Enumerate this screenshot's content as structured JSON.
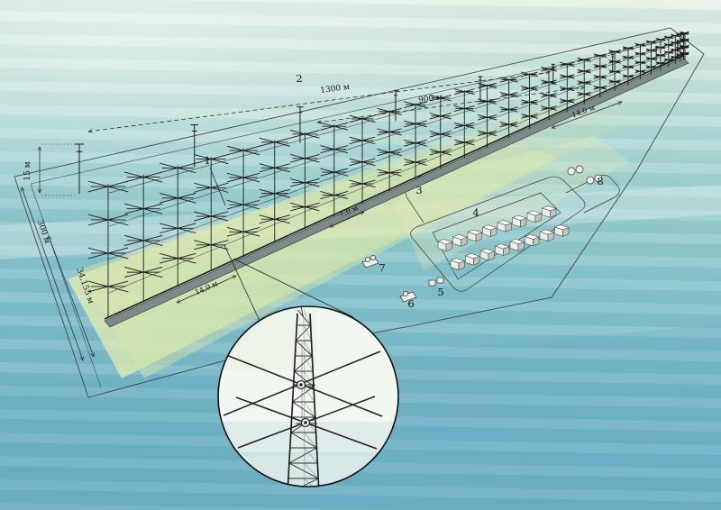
{
  "structure": {
    "mast_count": 30,
    "crossarm_count": 4,
    "wire_count": 4,
    "back_pole_count": 9,
    "building_rows": [
      8,
      8
    ]
  },
  "labels": {
    "height_pole": "15 м",
    "width_field": "300 м",
    "length_inner": "34,155 м",
    "length_total": "1300 м",
    "length_partial": "900 м",
    "spacing_right": "14,0 м",
    "spacing_left": "14,0 м",
    "spacing_small": "7,0 м",
    "callouts": {
      "c1": "1",
      "c2": "2",
      "c3": "3",
      "c4": "4",
      "c5": "5",
      "c6": "6",
      "c7": "7",
      "c8": "8"
    }
  },
  "colors": {
    "sky_top": "#e7f1e9",
    "water": "#74b4c6",
    "field": "#e3ebae",
    "ink": "#1f1f1f",
    "inset_bg": "#f3f7f1"
  }
}
